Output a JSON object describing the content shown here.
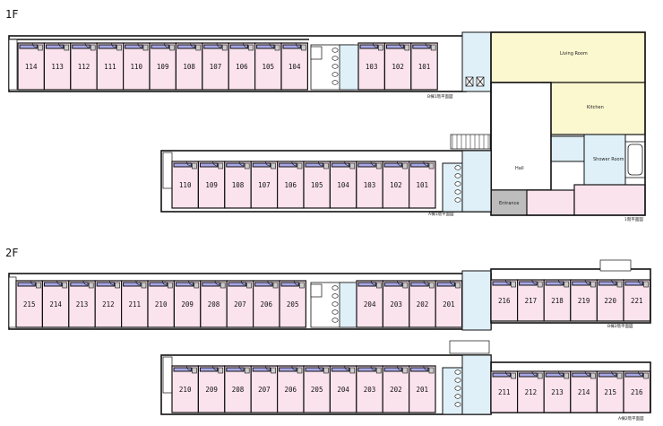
{
  "floors": [
    {
      "id": "1F",
      "label": "1F"
    },
    {
      "id": "2F",
      "label": "2F"
    }
  ],
  "areas": {
    "living_room": "Living Room",
    "kitchen": "Kitchen",
    "shower_room": "Shower Room",
    "hall": "Hall",
    "entrance": "Entrance"
  },
  "captions": {
    "b1": "B棟1階平面図",
    "a1": "A棟1階平面図",
    "main1": "1階平面図",
    "b2": "B棟2階平面図",
    "a2": "A棟2階平面図"
  },
  "rows": {
    "b1_left": [
      "114",
      "113",
      "112",
      "111",
      "110",
      "109",
      "108",
      "107",
      "106",
      "105",
      "104"
    ],
    "b1_right": [
      "103",
      "102",
      "101"
    ],
    "a1": [
      "110",
      "109",
      "108",
      "107",
      "106",
      "105",
      "104",
      "103",
      "102",
      "101"
    ],
    "b2_left": [
      "215",
      "214",
      "213",
      "212",
      "211",
      "210",
      "209",
      "208",
      "207",
      "206",
      "205"
    ],
    "b2_right": [
      "204",
      "203",
      "202",
      "201"
    ],
    "b2_east": [
      "216",
      "217",
      "218",
      "219",
      "220",
      "221"
    ],
    "a2": [
      "210",
      "209",
      "208",
      "207",
      "206",
      "205",
      "204",
      "203",
      "202",
      "201"
    ],
    "a2_east": [
      "211",
      "212",
      "213",
      "214",
      "215",
      "216"
    ]
  }
}
